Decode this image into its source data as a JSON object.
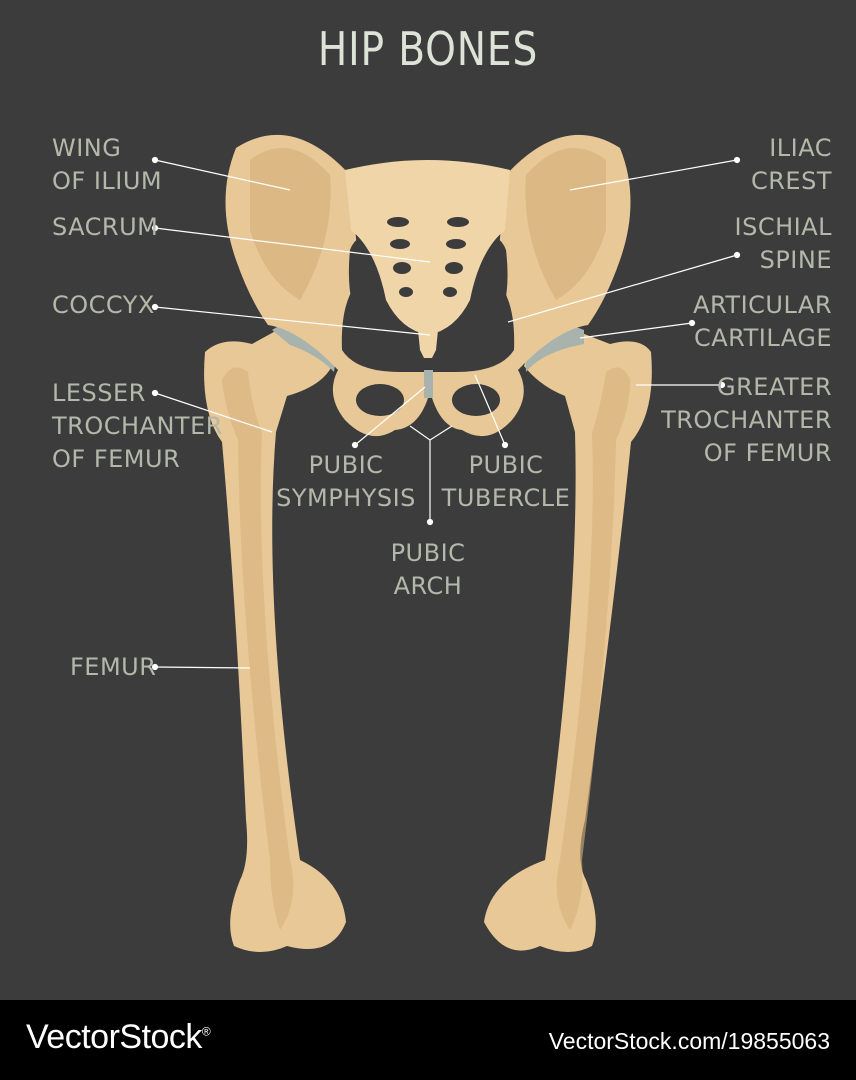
{
  "title": "HIP BONES",
  "colors": {
    "background": "#3c3c3c",
    "bone": "#e8c896",
    "bone_shade": "#d5b07c",
    "cartilage": "#a9b3ae",
    "label": "#b3b8ab",
    "title": "#dde3d6"
  },
  "labels": {
    "wing_of_ilium": [
      "WING",
      "OF ILIUM"
    ],
    "sacrum": [
      "SACRUM"
    ],
    "coccyx": [
      "COCCYX"
    ],
    "lesser_trochanter": [
      "LESSER",
      "TROCHANTER",
      "OF FEMUR"
    ],
    "femur": [
      "FEMUR"
    ],
    "iliac_crest": [
      "ILIAC",
      "CREST"
    ],
    "ischial_spine": [
      "ISCHIAL",
      "SPINE"
    ],
    "articular_cartilage": [
      "ARTICULAR",
      "CARTILAGE"
    ],
    "greater_trochanter": [
      "GREATER",
      "TROCHANTER",
      "OF FEMUR"
    ],
    "pubic_symphysis": [
      "PUBIC",
      "SYMPHYSIS"
    ],
    "pubic_tubercle": [
      "PUBIC",
      "TUBERCLE"
    ],
    "pubic_arch": [
      "PUBIC",
      "ARCH"
    ]
  },
  "footer": {
    "brand": "VectorStock",
    "registered": "®",
    "url": "VectorStock.com/19855063"
  }
}
